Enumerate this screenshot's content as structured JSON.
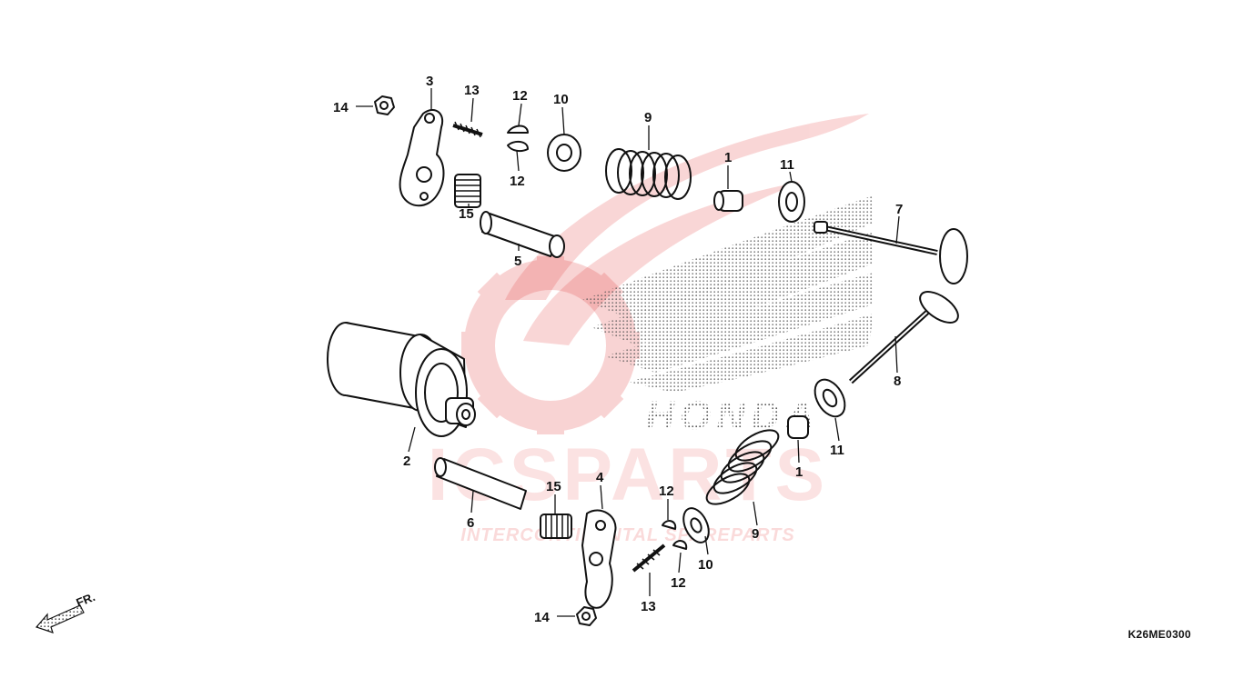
{
  "diagram": {
    "drawing_code": "K26ME0300",
    "direction_label": "FR.",
    "callouts": {
      "c14a": "14",
      "c3": "3",
      "c13a": "13",
      "c12a": "12",
      "c12b": "12",
      "c10a": "10",
      "c9a": "9",
      "c1a": "1",
      "c11a": "11",
      "c7": "7",
      "c15a": "15",
      "c5": "5",
      "c8": "8",
      "c2": "2",
      "c11b": "11",
      "c1b": "1",
      "c15b": "15",
      "c4": "4",
      "c12c": "12",
      "c6": "6",
      "c9b": "9",
      "c10b": "10",
      "c12d": "12",
      "c13b": "13",
      "c14b": "14"
    }
  },
  "watermark": {
    "brand": "HONDA",
    "logo_text": "ICSPARTS",
    "tagline": "INTERCONTINENTAL SPAREPARTS",
    "colors": {
      "red": "#e43a3a",
      "grey": "#c9c9c9"
    }
  }
}
